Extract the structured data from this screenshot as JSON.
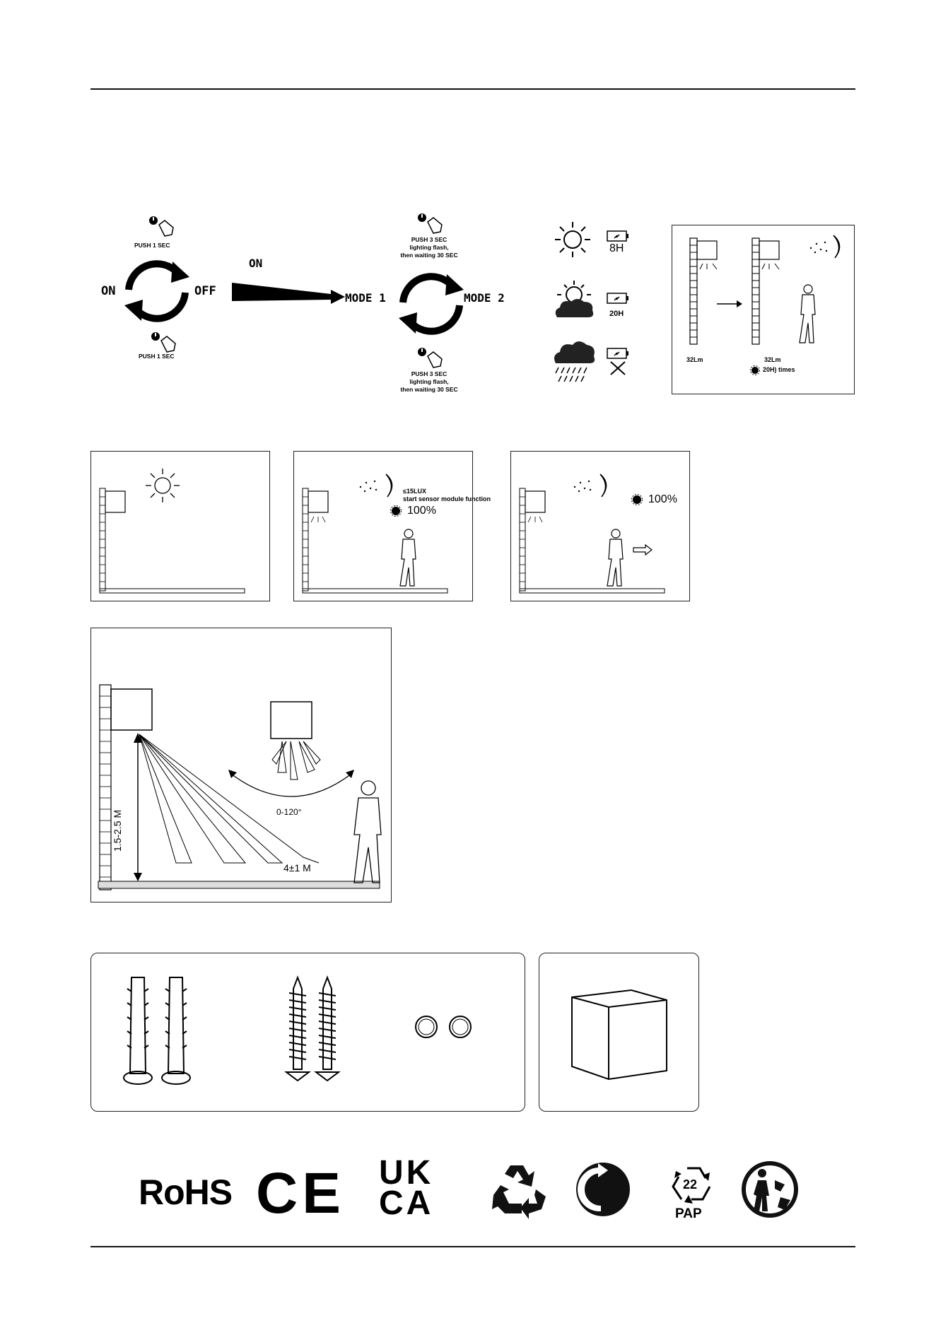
{
  "mode_diagram": {
    "on_label": "ON",
    "off_label": "OFF",
    "push_1_top": "PUSH 1 SEC",
    "push_1_bottom": "PUSH 1 SEC",
    "arrow_label": "ON",
    "mode1": "MODE 1",
    "mode2": "MODE 2",
    "push_3_top_line1": "PUSH 3 SEC",
    "push_3_top_line2": "lighting flash,",
    "push_3_top_line3": "then waiting 30 SEC",
    "push_3_bottom_line1": "PUSH 3 SEC",
    "push_3_bottom_line2": "lighting flash,",
    "push_3_bottom_line3": "then waiting 30 SEC"
  },
  "charge_times": {
    "sunny": "8H",
    "cloudy": "20H"
  },
  "mode_panel": {
    "left_lumen": "32Lm",
    "right_lumen": "32Lm",
    "times_note": "20H) times"
  },
  "scenes": {
    "scene2_lux": "≤15LUX",
    "scene2_note": "start sensor module function",
    "scene2_percent": "100%",
    "scene3_percent": "100%"
  },
  "install": {
    "height": "1.5-2.5 M",
    "angle": "0-120°",
    "distance": "4±1 M"
  },
  "logos": {
    "rohs": "RoHS",
    "ce": "CE",
    "ukca_line1": "UK",
    "ukca_line2": "CA",
    "pap_number": "22",
    "pap_text": "PAP"
  }
}
